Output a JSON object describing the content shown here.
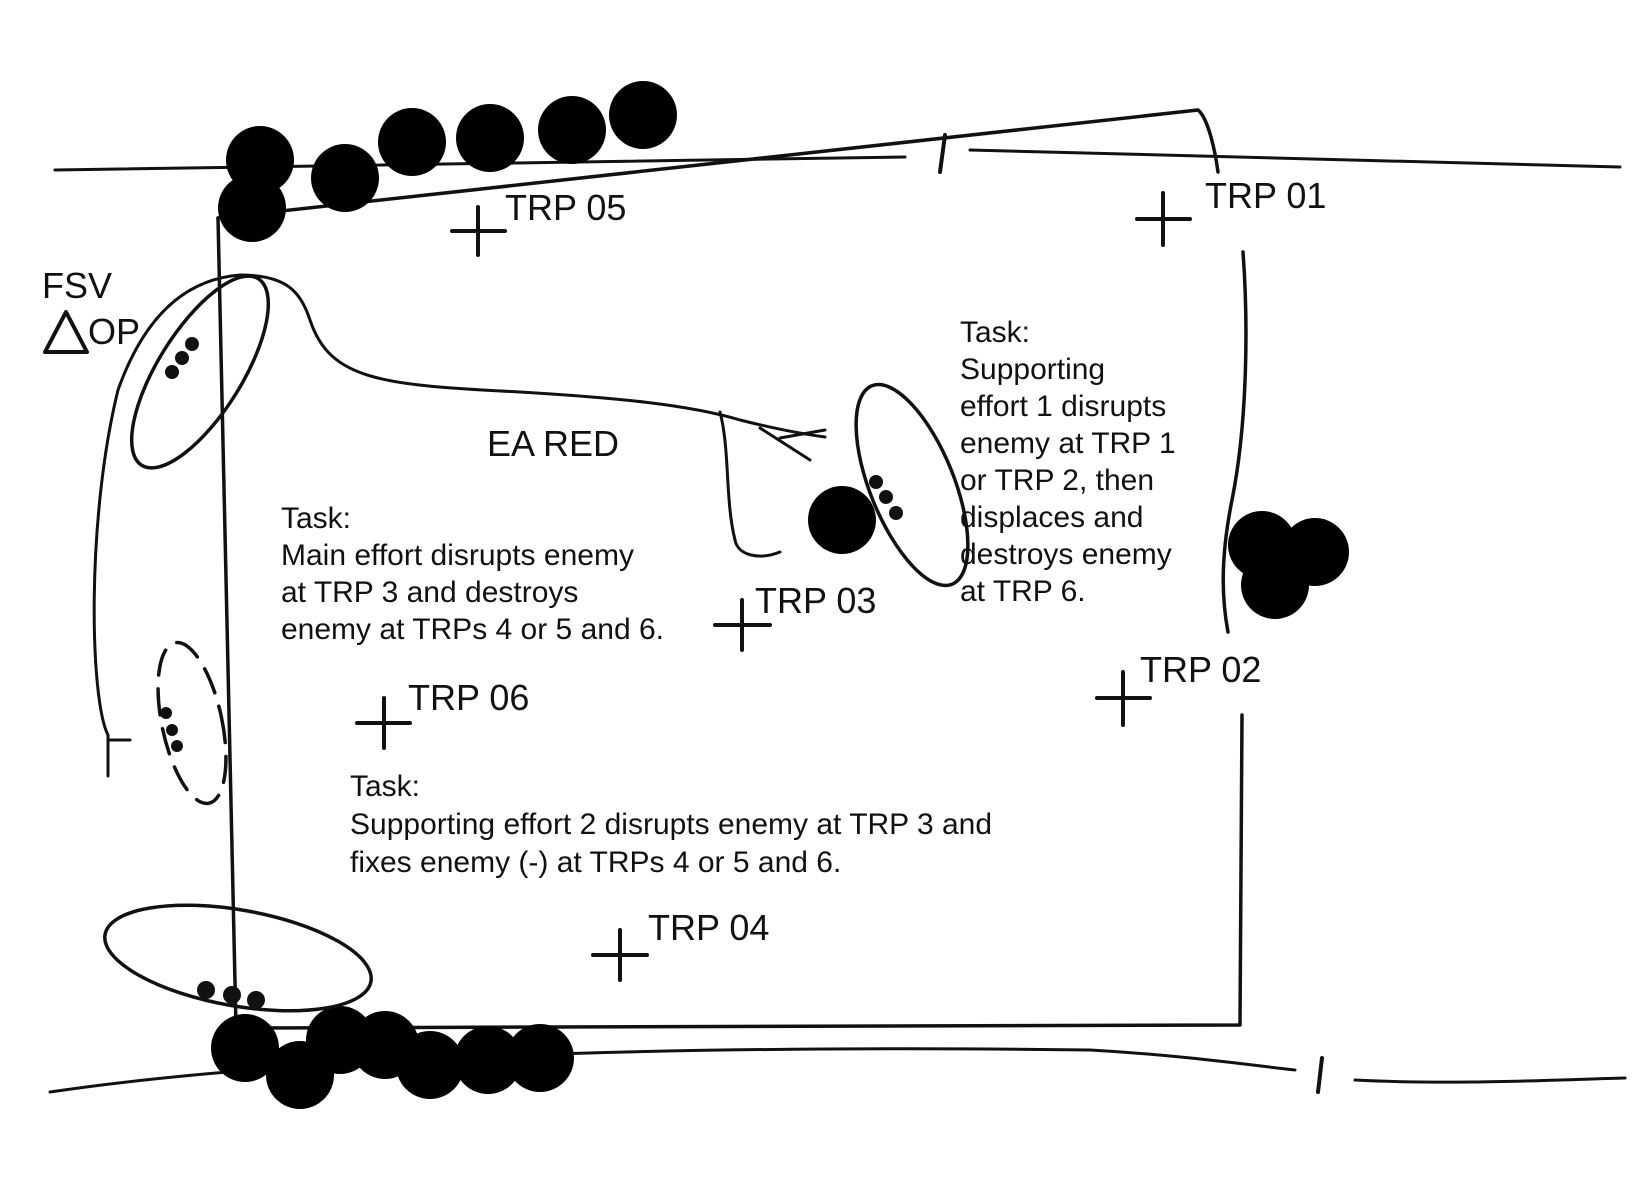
{
  "engagement_area": {
    "label": "EA RED"
  },
  "observation_post": {
    "top": "FSV",
    "bottom": "OP"
  },
  "trps": [
    {
      "id": "trp-05",
      "label": "TRP 05"
    },
    {
      "id": "trp-01",
      "label": "TRP 01"
    },
    {
      "id": "trp-03",
      "label": "TRP 03"
    },
    {
      "id": "trp-02",
      "label": "TRP 02"
    },
    {
      "id": "trp-06",
      "label": "TRP 06"
    },
    {
      "id": "trp-04",
      "label": "TRP 04"
    }
  ],
  "tasks": {
    "main": {
      "lines": [
        "Task:",
        "Main effort disrupts enemy",
        "at TRP 3 and destroys",
        "enemy at TRPs 4 or 5 and 6."
      ]
    },
    "supporting_1": {
      "lines": [
        "Task:",
        "Supporting",
        "effort 1 disrupts",
        "enemy at TRP 1",
        "or TRP 2, then",
        "displaces and",
        "destroys enemy",
        "at TRP 6."
      ]
    },
    "supporting_2": {
      "lines": [
        "Task:",
        "Supporting effort 2 disrupts enemy at TRP 3 and",
        "fixes enemy (-) at TRPs 4 or 5 and 6."
      ]
    }
  },
  "icons": [
    "vegetation-icon",
    "trp-cross-icon",
    "observation-post-triangle-icon",
    "battle-position-icon"
  ]
}
